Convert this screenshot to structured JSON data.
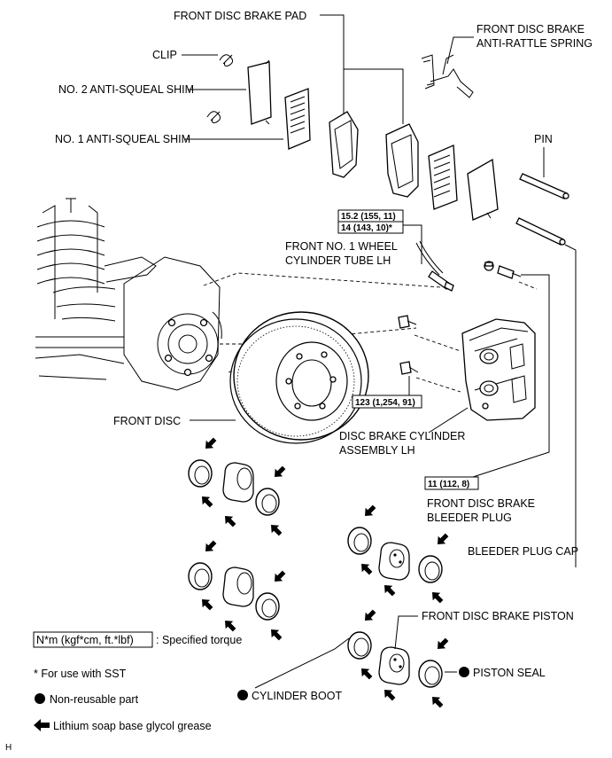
{
  "labels": {
    "front_disc_brake_pad": "FRONT DISC BRAKE PAD",
    "anti_rattle_spring_l1": "FRONT DISC BRAKE",
    "anti_rattle_spring_l2": "ANTI-RATTLE SPRING",
    "clip": "CLIP",
    "no2_shim": "NO. 2 ANTI-SQUEAL SHIM",
    "no1_shim": "NO. 1 ANTI-SQUEAL SHIM",
    "pin": "PIN",
    "tube_l1": "FRONT NO. 1 WHEEL",
    "tube_l2": "CYLINDER TUBE LH",
    "front_disc": "FRONT DISC",
    "cylinder_l1": "DISC BRAKE CYLINDER",
    "cylinder_l2": "ASSEMBLY LH",
    "bleeder_l1": "FRONT DISC BRAKE",
    "bleeder_l2": "BLEEDER PLUG",
    "bleeder_cap": "BLEEDER PLUG CAP",
    "piston": "FRONT DISC BRAKE PISTON",
    "piston_seal": "PISTON SEAL",
    "cylinder_boot": "CYLINDER BOOT",
    "corner": "H"
  },
  "torques": {
    "tube_a": "15.2 (155, 11)",
    "tube_b": "14 (143, 10)*",
    "mount": "123 (1,254, 91)",
    "bleeder": "11 (112, 8)"
  },
  "legend": {
    "torque_box": "N*m (kgf*cm, ft.*lbf)",
    "torque_text": ": Specified torque",
    "sst": "* For use with SST",
    "non_reusable": "Non-reusable part",
    "grease": "Lithium soap base glycol grease"
  }
}
